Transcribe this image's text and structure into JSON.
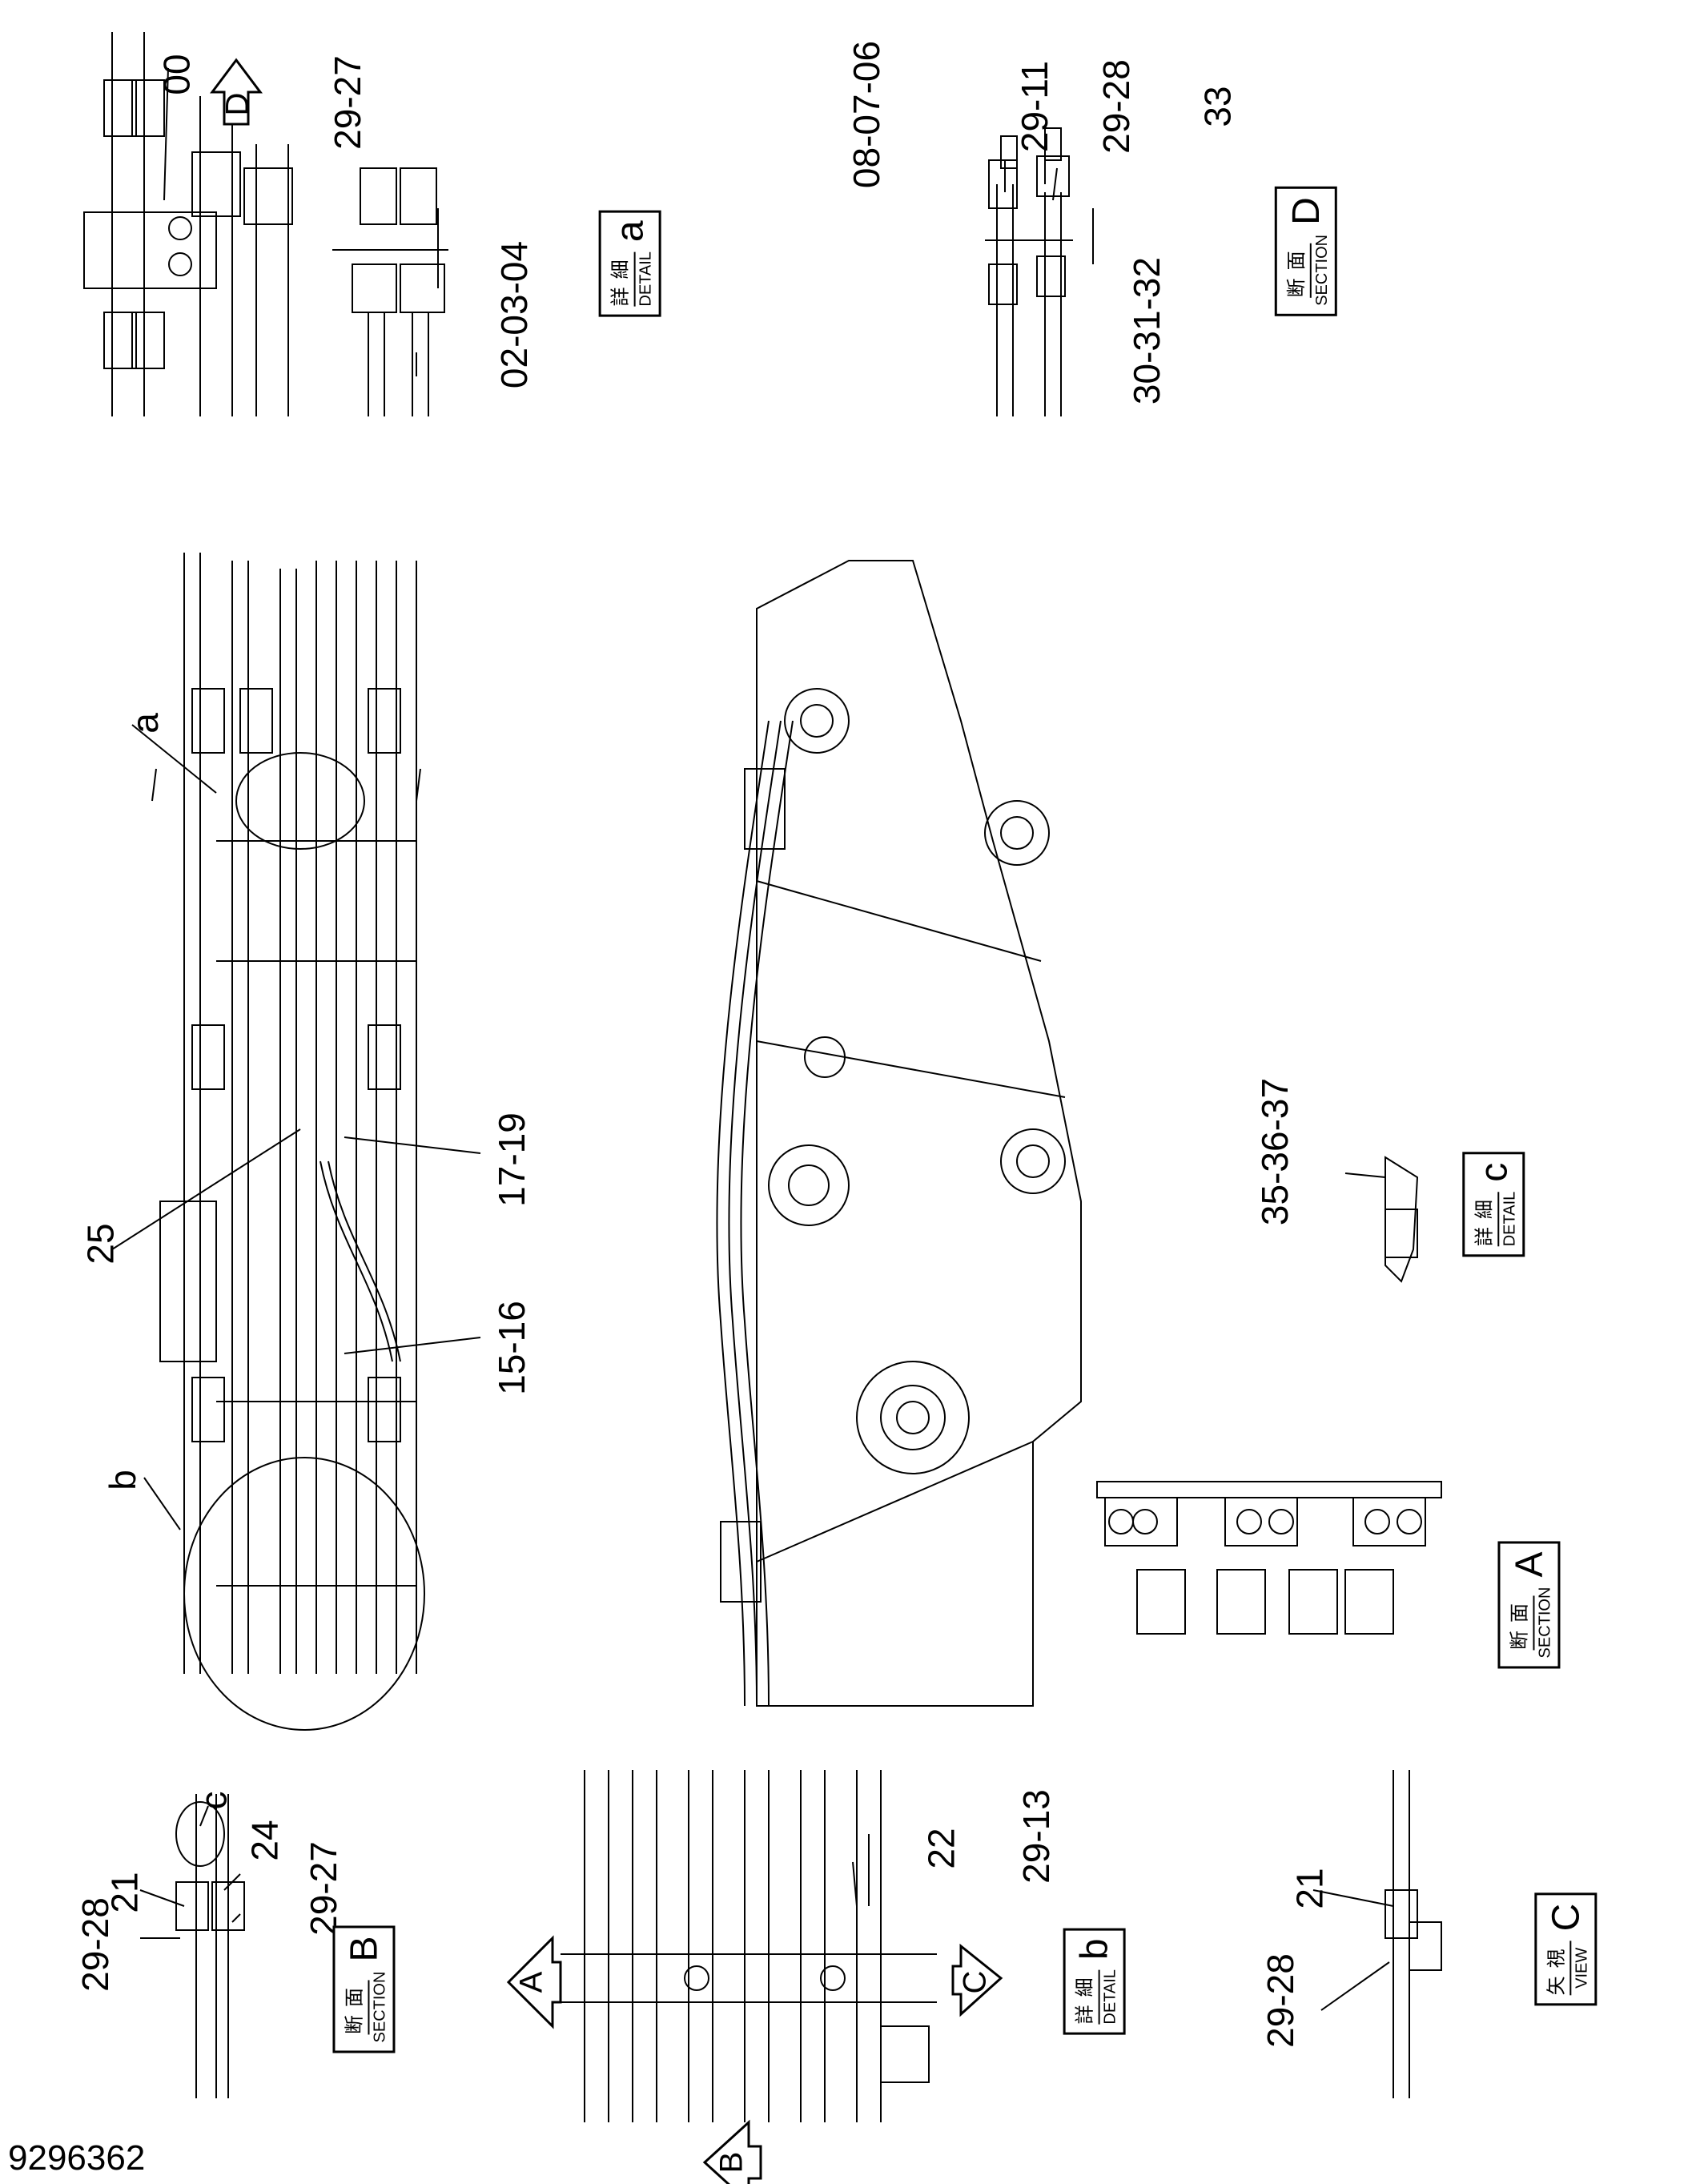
{
  "document_number": "9296362",
  "part_labels": {
    "p00": "00",
    "p29_27_top": "29-27",
    "p02_03_04": "02-03-04",
    "p08_07_06": "08-07-06",
    "p29_11": "29-11",
    "p29_28_top": "29-28",
    "p33": "33",
    "p30_31_32": "30-31-32",
    "pa": "a",
    "pb": "b",
    "p25": "25",
    "p17_19": "17-19",
    "p15_16": "15-16",
    "p35_36_37": "35-36-37",
    "pc_small": "c",
    "p21_left": "21",
    "p29_28_left": "29-28",
    "p24": "24",
    "p29_27_left": "29-27",
    "p22": "22",
    "p29_13": "29-13",
    "p21_view": "21",
    "p29_28_view": "29-28"
  },
  "arrows": {
    "D": "D",
    "A": "A",
    "B": "B",
    "C": "C"
  },
  "detail_boxes": {
    "detail_a": {
      "jp": "詳細",
      "en": "DETAIL",
      "letter": "a"
    },
    "section_d": {
      "jp": "断面",
      "en": "SECTION",
      "letter": "D"
    },
    "detail_c": {
      "jp": "詳細",
      "en": "DETAIL",
      "letter": "c"
    },
    "section_a": {
      "jp": "断面",
      "en": "SECTION",
      "letter": "A"
    },
    "section_b": {
      "jp": "断面",
      "en": "SECTION",
      "letter": "B"
    },
    "detail_b": {
      "jp": "詳細",
      "en": "DETAIL",
      "letter": "b"
    },
    "view_c": {
      "jp": "矢視",
      "en": "VIEW",
      "letter": "C"
    }
  }
}
